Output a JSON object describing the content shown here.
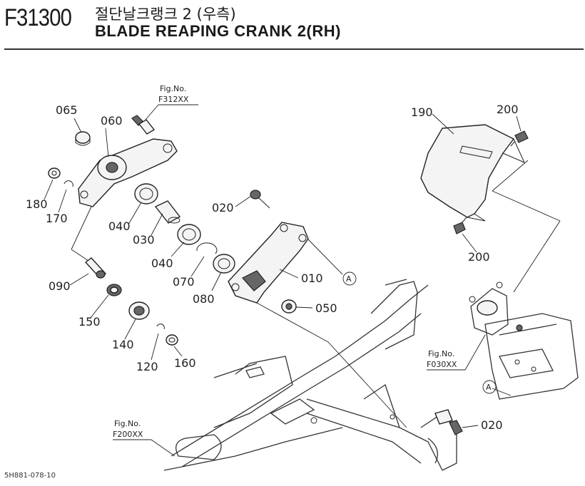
{
  "header": {
    "code": "F31300",
    "title_korean": "절단날크랭크 2 (우측)",
    "title_english": "BLADE REAPING CRANK 2(RH)"
  },
  "callouts": {
    "c065": "065",
    "c060": "060",
    "c180": "180",
    "c170": "170",
    "c040a": "040",
    "c030": "030",
    "c040b": "040",
    "c070": "070",
    "c080": "080",
    "c020a": "020",
    "c010": "010",
    "c090": "090",
    "c150": "150",
    "c140": "140",
    "c120": "120",
    "c160": "160",
    "c050": "050",
    "c190": "190",
    "c200a": "200",
    "c200b": "200",
    "c020b": "020"
  },
  "references": {
    "f312_label": "Fig.No.",
    "f312_code": "F312XX",
    "f030_label": "Fig.No.",
    "f030_code": "F030XX",
    "f200_label": "Fig.No.",
    "f200_code": "F200XX"
  },
  "markers": {
    "a1": "A",
    "a2": "A"
  },
  "footer": {
    "drawing_id": "5H881-078-10"
  }
}
